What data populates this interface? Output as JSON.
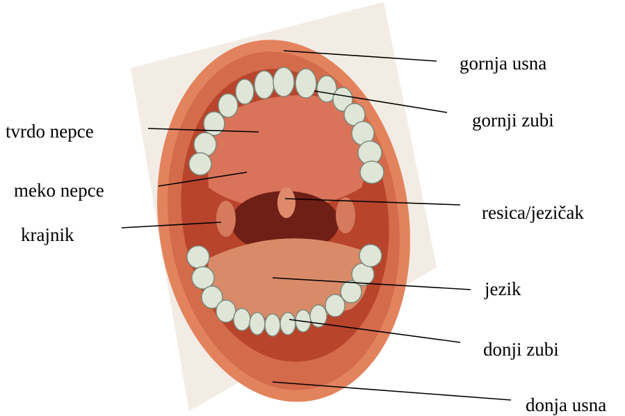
{
  "labels": {
    "upper_lip": "gornja usna",
    "upper_teeth": "gornji zubi",
    "hard_palate": "tvrdo nepce",
    "soft_palate": "meko nepce",
    "uvula": "resica/jezičak",
    "tonsil": "krajnik",
    "tongue": "jezik",
    "lower_teeth": "donji zubi",
    "lower_lip": "donja usna"
  },
  "colors": {
    "lip": "#e2835e",
    "lip_shade": "#c8583a",
    "mouth_interior": "#b8442c",
    "palate": "#d9735a",
    "throat": "#6e1f16",
    "tongue": "#d98a68",
    "teeth": "#dfe6d8",
    "teeth_outline": "#7c8a7a",
    "photo_bg": "#f3ece4",
    "leader_line": "#000000"
  }
}
